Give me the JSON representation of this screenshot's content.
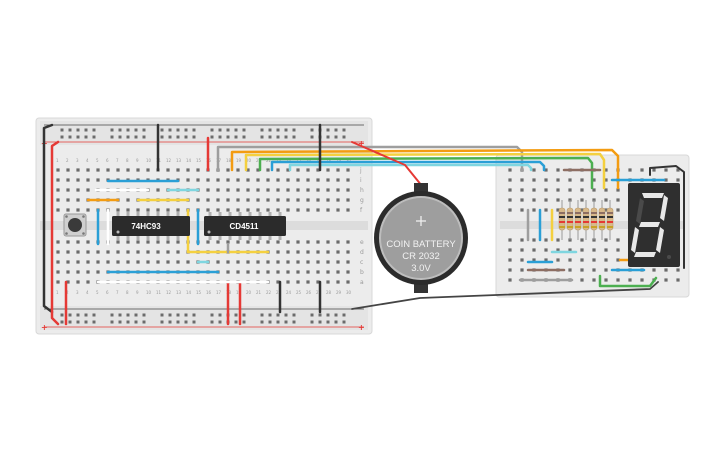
{
  "breadboard_main": {
    "column_numbers": [
      "1",
      "2",
      "3",
      "4",
      "5",
      "6",
      "7",
      "8",
      "9",
      "10",
      "11",
      "12",
      "13",
      "14",
      "15",
      "16",
      "17",
      "18",
      "19",
      "20",
      "21",
      "22",
      "23",
      "24",
      "25",
      "26",
      "27",
      "28",
      "29",
      "30"
    ],
    "row_letters_top": [
      "j",
      "i",
      "h",
      "g",
      "f"
    ],
    "row_letters_bottom": [
      "e",
      "d",
      "c",
      "b",
      "a"
    ],
    "plus_sign": "+",
    "minus_sign": "−"
  },
  "chips": {
    "counter_label": "74HC93",
    "decoder_label": "CD4511"
  },
  "battery": {
    "line1": "COIN BATTERY",
    "line2": "CR 2032",
    "line3": "3.0V"
  },
  "colors": {
    "wire_red": "#e53935",
    "wire_black": "#333333",
    "wire_blue": "#2a9fd6",
    "wire_yellow": "#f4d03f",
    "wire_orange": "#f39c12",
    "wire_green": "#4caf50",
    "wire_gray": "#9e9e9e",
    "wire_brown": "#8d6e63",
    "wire_cyan": "#7fd6e0",
    "breadboard": "#ececec",
    "chip": "#2b2b2b",
    "display": "#2f2f2f"
  },
  "icons": [
    "pushbutton-icon",
    "seven-segment-display-icon",
    "coin-battery-icon",
    "resistor-icon"
  ]
}
